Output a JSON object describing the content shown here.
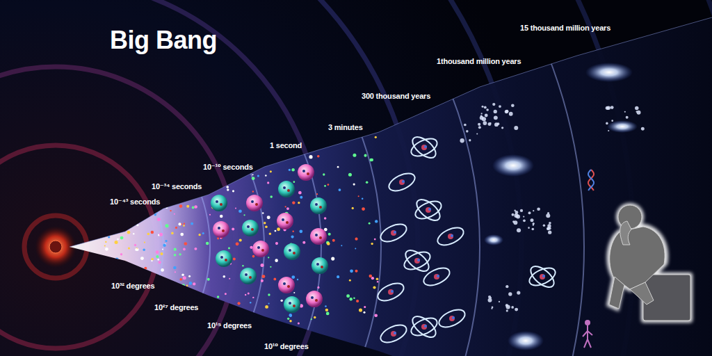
{
  "diagram": {
    "title": "Big Bang",
    "labels": [
      "10⁻⁴³ seconds",
      "10⁻³⁴ seconds",
      "10⁻¹⁰ seconds",
      "1 second",
      "3 minutes",
      "300 thousand years",
      "1thousand million years",
      "15 thousand million years",
      "10³² degrees",
      "10²⁷ degrees",
      "10¹⁵ degrees",
      "10¹⁰ degrees"
    ]
  }
}
